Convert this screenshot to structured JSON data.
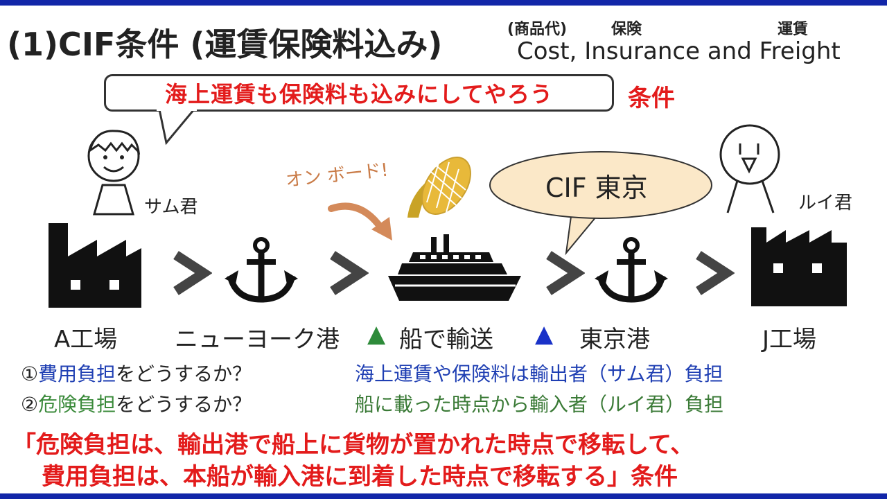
{
  "title": "(1)CIF条件 (運賃保険料込み)",
  "terms": {
    "goods": "(商品代)",
    "insurance": "保険",
    "freight": "運賃",
    "english": "Cost, Insurance and Freight"
  },
  "seller_speech": "海上運賃も保険料も込みにしてやろう",
  "seller_speech_suffix": "条件",
  "seller_name": "サム君",
  "buyer_name": "ルイ君",
  "onboard": "オン ボード!",
  "buyer_speech": "CIF 東京",
  "flow": {
    "origin_factory": "A工場",
    "export_port": "ニューヨーク港",
    "risk_marker": "▲",
    "shipping": "船で輸送",
    "cost_marker": "▲",
    "import_port": "東京港",
    "dest_factory": "J工場"
  },
  "colors": {
    "risk_marker": "#2e8b3a",
    "cost_marker": "#1a32c8",
    "accent_red": "#e31b1b",
    "bar": "#1226a8"
  },
  "questions": [
    {
      "num": "①",
      "key": "費用負担",
      "rest": "をどうするか？",
      "answer": "海上運賃や保険料は輸出者（サム君）負担"
    },
    {
      "num": "②",
      "key": "危険負担",
      "rest": "をどうするか？",
      "answer": "船に載った時点から輸入者（ルイ君）負担"
    }
  ],
  "conclusion": {
    "line1": "「危険負担は、輸出港で船上に貨物が置かれた時点で移転して、",
    "line2": "費用負担は、本船が輸入港に到着した時点で移転する」条件"
  },
  "icons": [
    "factory-icon",
    "chevron-right-icon",
    "anchor-icon",
    "ship-icon",
    "corn-icon",
    "arrow-curved-icon"
  ]
}
